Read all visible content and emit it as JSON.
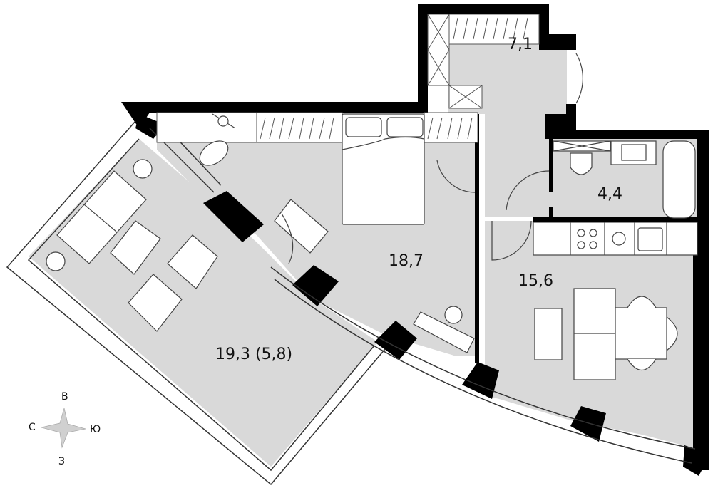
{
  "plan": {
    "type": "apartment floor plan",
    "colors": {
      "wall": "#000000",
      "floor": "#d9d9d9",
      "furniture": "#ffffff",
      "line": "#333333",
      "background": "#ffffff"
    },
    "rooms": [
      {
        "id": "hallway",
        "area": "7,1"
      },
      {
        "id": "bathroom",
        "area": "4,4"
      },
      {
        "id": "bedroom",
        "area": "18,7"
      },
      {
        "id": "kitchen-living",
        "area": "15,6"
      },
      {
        "id": "loggia-living",
        "area": "19,3 (5,8)"
      }
    ],
    "compass": {
      "top": "В",
      "left": "С",
      "right": "Ю",
      "bottom": "З"
    }
  }
}
